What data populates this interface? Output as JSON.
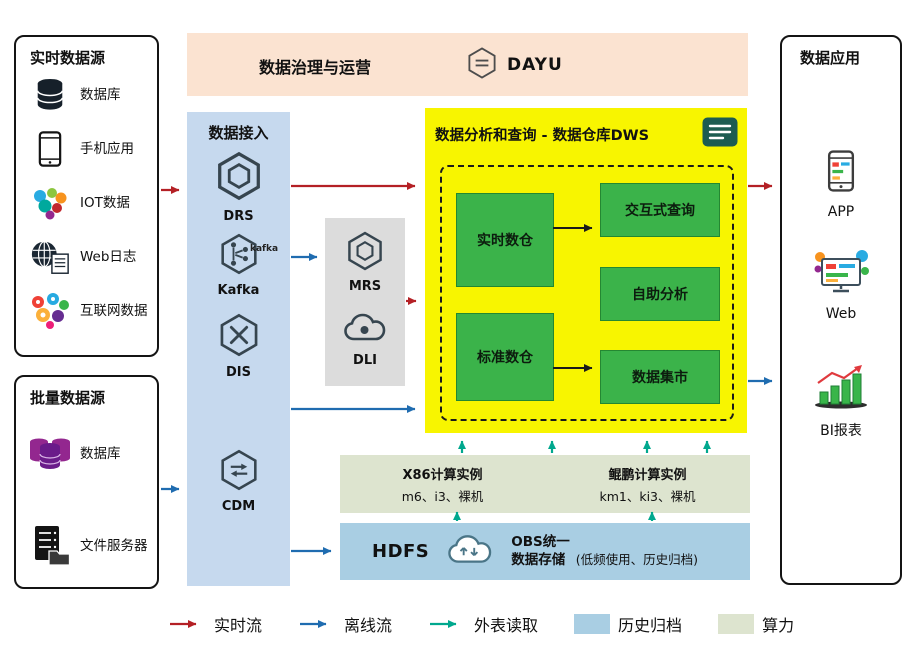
{
  "governance": {
    "title": "数据治理与运营",
    "product": "DAYU"
  },
  "realtime_sources": {
    "title": "实时数据源",
    "items": [
      {
        "icon": "database-icon",
        "label": "数据库"
      },
      {
        "icon": "mobile-phone-icon",
        "label": "手机应用"
      },
      {
        "icon": "iot-cloud-icon",
        "label": "IOT数据"
      },
      {
        "icon": "web-log-icon",
        "label": "Web日志"
      },
      {
        "icon": "internet-bubbles-icon",
        "label": "互联网数据"
      }
    ]
  },
  "batch_sources": {
    "title": "批量数据源",
    "items": [
      {
        "icon": "database-purple-icon",
        "label": "数据库"
      },
      {
        "icon": "file-server-icon",
        "label": "文件服务器"
      }
    ]
  },
  "ingestion": {
    "title": "数据接入",
    "kafka_wordmark": "kafka",
    "items": [
      {
        "label": "DRS"
      },
      {
        "label": "Kafka"
      },
      {
        "label": "DIS"
      },
      {
        "label": "CDM"
      }
    ]
  },
  "analytics_services": {
    "items": [
      {
        "label": "MRS"
      },
      {
        "label": "DLI"
      }
    ]
  },
  "dws": {
    "title": "数据分析和查询 - 数据仓库DWS",
    "warehouses": [
      {
        "label": "实时数仓"
      },
      {
        "label": "标准数仓"
      }
    ],
    "capabilities": [
      {
        "label": "交互式查询"
      },
      {
        "label": "自助分析"
      },
      {
        "label": "数据集市"
      }
    ]
  },
  "compute_instances": {
    "x86": {
      "title": "X86计算实例",
      "spec": "m6、i3、裸机"
    },
    "kunpeng": {
      "title": "鲲鹏计算实例",
      "spec": "km1、ki3、裸机"
    }
  },
  "storage": {
    "hdfs": "HDFS",
    "obs_line1": "OBS统一",
    "obs_line2": "数据存储",
    "obs_note": "(低频使用、历史归档)"
  },
  "applications": {
    "title": "数据应用",
    "items": [
      {
        "label": "APP"
      },
      {
        "label": "Web"
      },
      {
        "label": "BI报表"
      }
    ]
  },
  "legend": {
    "realtime": "实时流",
    "offline": "离线流",
    "external": "外表读取",
    "archive": "历史归档",
    "compute": "算力"
  },
  "colors": {
    "realtime_flow": "#b42025",
    "offline_flow": "#1f6cb0",
    "external_read": "#00a88e",
    "archive_fill": "#a9cee3",
    "compute_fill": "#dde4cf",
    "dws_fill": "#f8f500",
    "node_green": "#3bb34a",
    "ingestion_fill": "#c6d9ee",
    "banner_fill": "#fbe3d1"
  }
}
